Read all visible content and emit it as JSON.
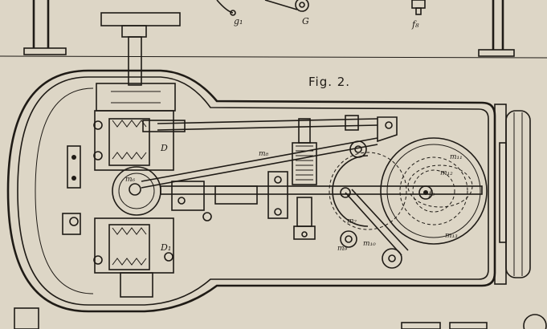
{
  "figure": {
    "title": "Fig. 2."
  },
  "labels": {
    "g1": "g₁",
    "G": "G",
    "f8": "f₈",
    "D": "D",
    "D1": "D₁",
    "m6": "m₆",
    "m8": "m₈",
    "m7": "m₇",
    "m9": "m₉",
    "m10": "m₁₀",
    "m11": "m₁₁",
    "m12": "m₁₂",
    "m13": "m₁₃",
    "f8b": "f₈"
  }
}
